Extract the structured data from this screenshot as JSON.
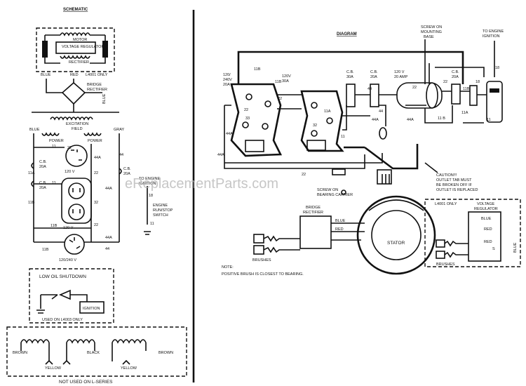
{
  "schematic": {
    "title": "SCHEMATIC",
    "motor": "MOTOR",
    "voltage_regulator": "VOLTAGE REGULATOR",
    "rectifier": "RECTIFIER",
    "blue": "BLUE",
    "red": "RED",
    "l4001_only": "L4001 ONLY",
    "bridge_rectifier_1": "BRIDGE",
    "bridge_rectifier_2": "RECTIFIER",
    "blue_vertical": "BLUE",
    "excitation": "EXCITATION",
    "field": "FIELD",
    "power_left": "POWER",
    "power_right": "POWER",
    "blue_left": "BLUE",
    "gray": "GRAY",
    "cb_20a_1_a": "C.B.",
    "cb_20a_1_b": "20A",
    "cb_20a_2_a": "C.B.",
    "cb_20a_2_b": "20A",
    "cb_20a_3_a": "C.B.",
    "cb_20a_3_b": "20A",
    "v120_1": "120 V",
    "v120_2": "120 V",
    "v120_240": "120/240 V",
    "to_engine_1": "TO ENGINE",
    "to_engine_2": "IGNITION",
    "engine_switch_1": "ENGINE",
    "engine_switch_2": "RUN/STOP",
    "engine_switch_3": "SWITCH",
    "w_11a": "11A",
    "w_11b": "11B",
    "w_11": "11",
    "w_22": "22",
    "w_44": "44",
    "w_44a": "44A",
    "w_44a_2": "44A",
    "w_44a_3": "44A",
    "w_11_2": "11",
    "w_22_2": "22",
    "w_32": "32",
    "w_22_3": "22",
    "w_11b_2": "11B",
    "w_11b_3": "11B",
    "w_18": "18",
    "w_44_2": "44",
    "w_11_3": "11"
  },
  "low_oil": {
    "title": "LOW OIL SHUTDOWN",
    "ignition": "IGNITION",
    "used_on": "USED ON L4003 ONLY"
  },
  "series_box": {
    "brown_left": "BROWN",
    "yellow_left": "YELLOW",
    "black": "BLACK",
    "yellow_right": "YELLOW",
    "brown_right": "BROWN",
    "not_used": "NOT USED ON L-SERIES"
  },
  "diagram": {
    "title": "DIAGRAM",
    "screw_mounting_1": "SCREW ON",
    "screw_mounting_2": "MOUNTING",
    "screw_mounting_3": "BASE",
    "to_engine_1": "TO ENGINE",
    "to_engine_2": "IGNITION",
    "r1_a": "120/",
    "r1_b": "240V",
    "r1_c": "20A",
    "r2_a": "120V",
    "r2_b": "30A",
    "cb1_a": "C.B.",
    "cb1_b": "30A",
    "cb2_a": "C.B.",
    "cb2_b": "20A",
    "cb3_a": "120 V",
    "cb3_b": "20 AMP",
    "cb4_a": "C.B.",
    "cb4_b": "20A",
    "w_11b": "11B",
    "w_11b_b": "11B",
    "w_11b_c": "11B",
    "w_11b_d": "11 B",
    "w_22": "22",
    "w_22_b": "22",
    "w_22_c": "22",
    "w_22_d": "22",
    "w_22_e": "22",
    "w_33": "33",
    "w_44": "44",
    "w_44_b": "44",
    "w_44a": "44A",
    "w_44a_b": "44A",
    "w_44a_c": "44A",
    "w_44a_d": "44A",
    "w_11a": "11A",
    "w_11a_b": "11A",
    "w_11": "11",
    "w_11_b": "11",
    "w_18": "18",
    "w_18_b": "18",
    "w_32": "32",
    "caution_1": "CAUTION!!!",
    "caution_2": "OUTLET TAB MUST",
    "caution_3": "BE BROKEN OFF IF",
    "caution_4": "OUTLET IS REPLACED",
    "screw_bearing_1": "SCREW ON",
    "screw_bearing_2": "BEARING CARRIER",
    "bridge_1": "BRIDGE",
    "bridge_2": "RECTIFIER",
    "blue": "BLUE",
    "red": "RED",
    "stator": "STATOR",
    "brushes_left": "BRUSHES",
    "l4001_only": "L4001 ONLY",
    "voltage_1": "VOLTAGE",
    "voltage_2": "REGULATOR",
    "reg_blue": "BLUE",
    "reg_red": "RED",
    "reg_red2": "RED",
    "reg_blue2": "BLUE",
    "reg_s": "S",
    "brushes_right": "BRUSHES",
    "note_title": "NOTE:",
    "note_text": "POSITIVE BRUSH IS CLOSEST TO BEARING."
  },
  "watermark": "eReplacementParts.com"
}
